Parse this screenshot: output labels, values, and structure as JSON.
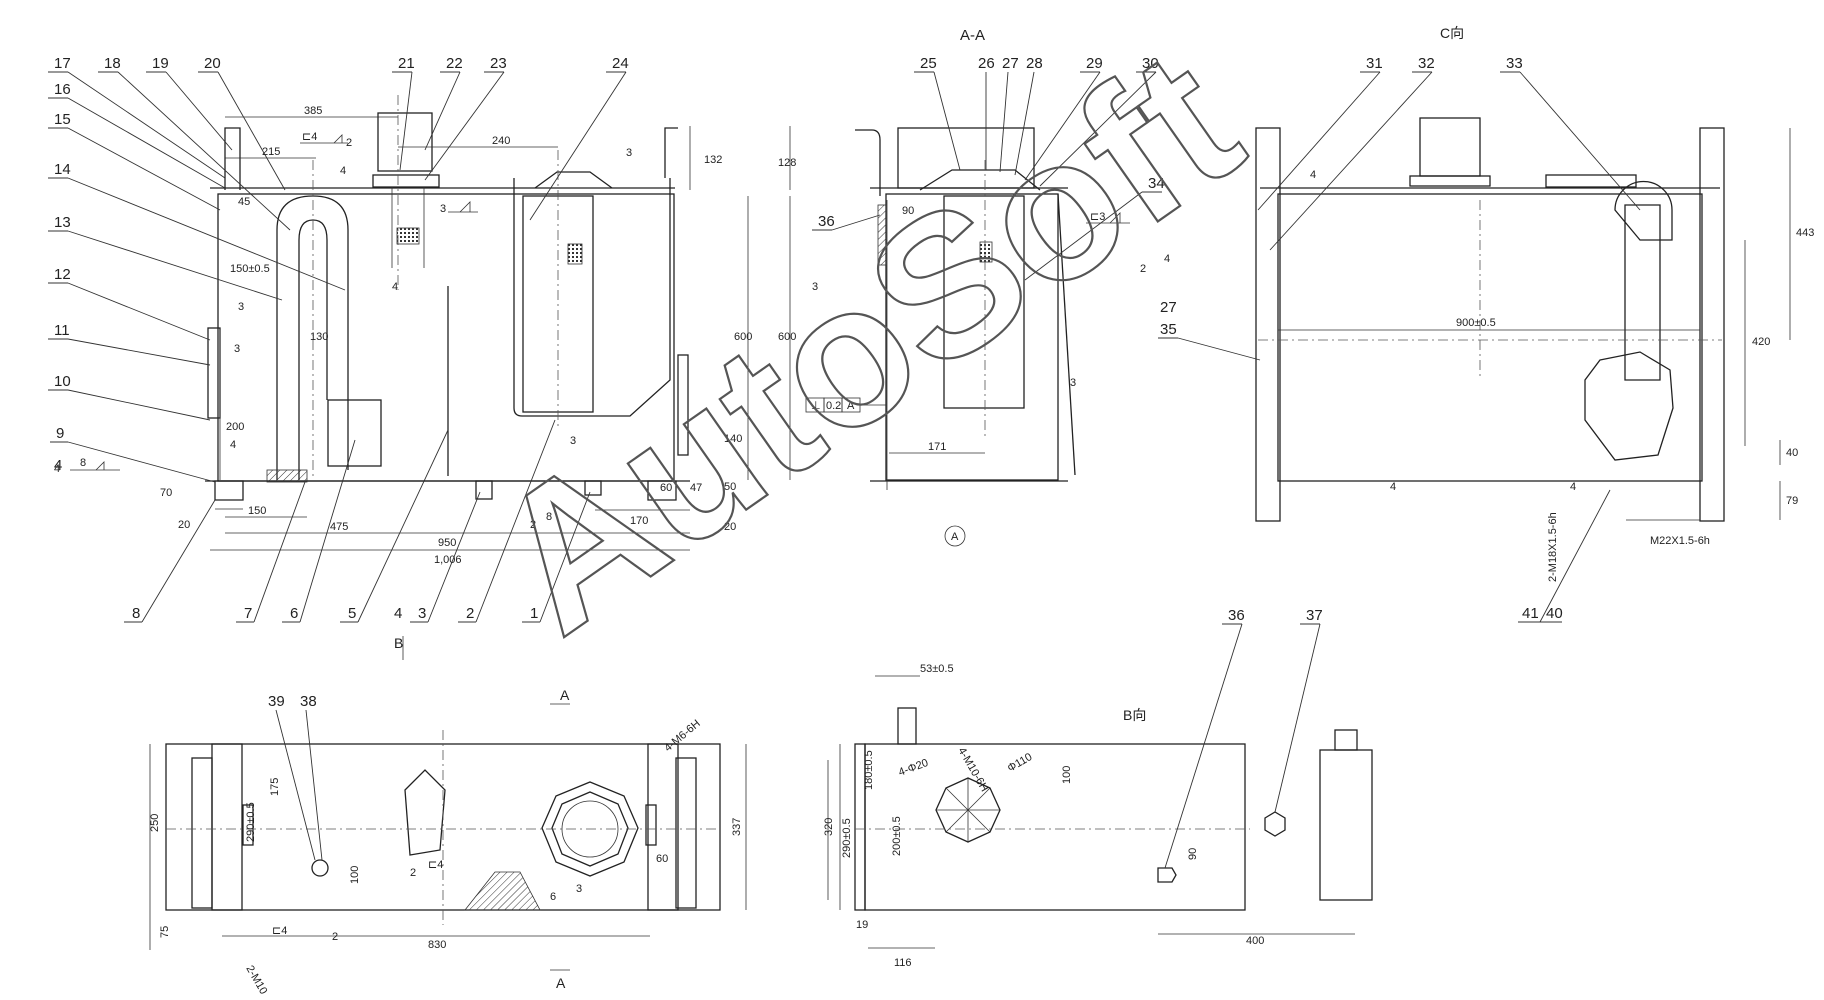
{
  "views": {
    "section_aa": "A-A",
    "view_c": "C向",
    "view_b": "B向",
    "cut_a_top": "A",
    "cut_a_bottom": "A",
    "cut_b": "B"
  },
  "callouts": [
    "1",
    "2",
    "3",
    "4",
    "5",
    "6",
    "7",
    "8",
    "9",
    "10",
    "11",
    "12",
    "13",
    "14",
    "15",
    "16",
    "17",
    "18",
    "19",
    "20",
    "21",
    "22",
    "23",
    "24",
    "25",
    "26",
    "27",
    "28",
    "29",
    "30",
    "31",
    "32",
    "33",
    "34",
    "35",
    "36",
    "37",
    "38",
    "39",
    "40",
    "41"
  ],
  "dims_front": {
    "d385": "385",
    "d215": "215",
    "d45": "45",
    "d240": "240",
    "d132": "132",
    "d150": "150±0.5",
    "d130": "130",
    "d600": "600",
    "d200": "200",
    "d140": "140",
    "d50": "50",
    "d70": "70",
    "d20a": "20",
    "d150b": "150",
    "d475": "475",
    "d950": "950",
    "d1006": "1,006",
    "d60": "60",
    "d47": "47",
    "d170": "170",
    "d20b": "20"
  },
  "dims_section": {
    "d128": "128",
    "d90": "90",
    "d600": "600",
    "d171": "171",
    "tolerance": [
      "⊥",
      "0.2",
      "A"
    ]
  },
  "dims_c": {
    "d900": "900±0.5",
    "d443": "443",
    "d420": "420",
    "d40": "40",
    "d79": "79",
    "thread1": "2-M18X1.5-6h",
    "thread2": "M22X1.5-6h"
  },
  "dims_plan": {
    "d250": "250",
    "d175": "175",
    "d290": "290±0.5",
    "d100": "100",
    "d337": "337",
    "d60": "60",
    "d75": "75",
    "d830": "830",
    "m6": "4-M6-6H",
    "m10": "2-M10"
  },
  "dims_b": {
    "d53": "53±0.5",
    "d180": "180±0.5",
    "d20": "4-Φ20",
    "m10": "4-M10-6H",
    "phi110": "Φ110",
    "d100": "100",
    "d320": "320",
    "d290": "290±0.5",
    "d200": "200±0.5",
    "d19": "19",
    "d116": "116",
    "d90": "90",
    "d400": "400"
  },
  "welds": {
    "c4": "⊏4",
    "c3": "⊏3",
    "w4": "4",
    "w3": "3",
    "w8": "8",
    "w2": "2",
    "circled_a": "A"
  },
  "watermark": "AutoSoft"
}
